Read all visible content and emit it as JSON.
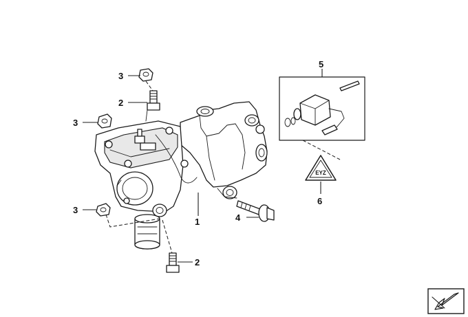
{
  "callouts": {
    "c3a": "3",
    "c2a": "2",
    "c3b": "3",
    "c3c": "3",
    "c1": "1",
    "c4": "4",
    "c2b": "2",
    "c5": "5",
    "c6": "6"
  },
  "warning_symbol": {
    "text": "EYZ"
  },
  "colors": {
    "line": "#1a1a1a",
    "background": "#ffffff",
    "shade": "#e8e8e8"
  },
  "icons": {
    "corner_nav": "arrow-down-left-icon"
  }
}
